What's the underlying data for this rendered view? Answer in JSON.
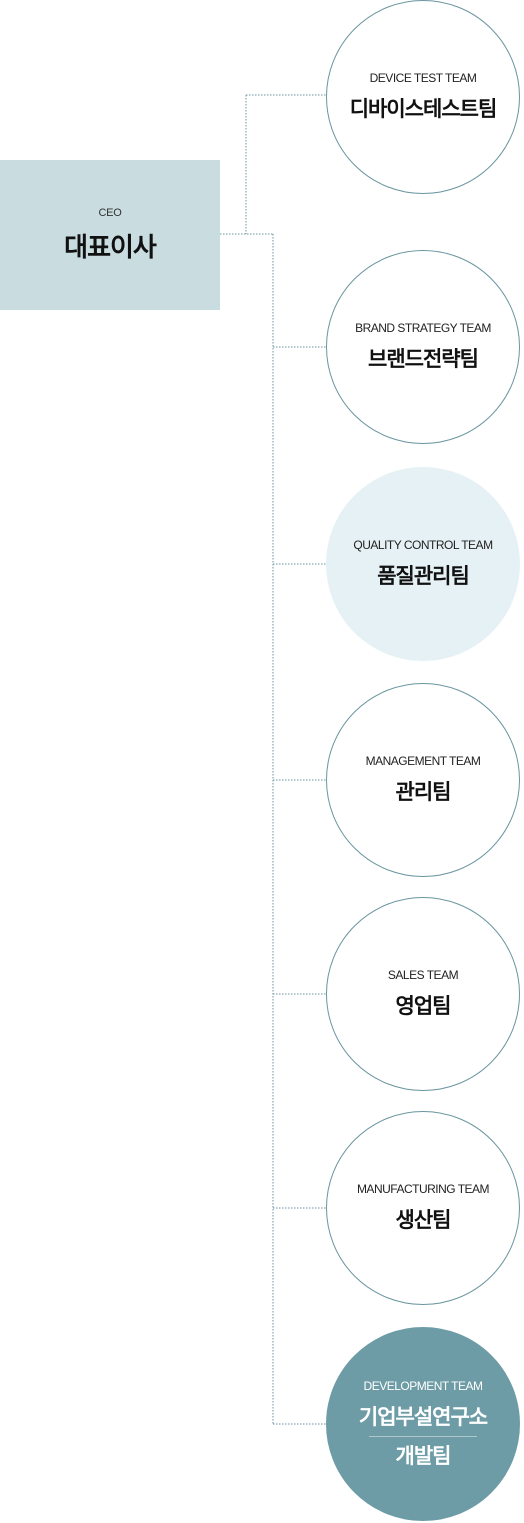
{
  "ceo": {
    "title_en": "CEO",
    "title_ko": "대표이사"
  },
  "teams": [
    {
      "name_en": "DEVICE TEST TEAM",
      "name_ko": "디바이스테스트팀"
    },
    {
      "name_en": "BRAND STRATEGY TEAM",
      "name_ko": "브랜드전략팀"
    },
    {
      "name_en": "QUALITY CONTROL TEAM",
      "name_ko": "품질관리팀"
    },
    {
      "name_en": "MANAGEMENT TEAM",
      "name_ko": "관리팀"
    },
    {
      "name_en": "SALES TEAM",
      "name_ko": "영업팀"
    },
    {
      "name_en": "MANUFACTURING TEAM",
      "name_ko": "생산팀"
    },
    {
      "name_en": "DEVELOPMENT TEAM",
      "name_ko_line1": "기업부설연구소",
      "name_ko_line2": "개발팀"
    }
  ],
  "colors": {
    "ceo_box": "#c9dde1",
    "circle_border": "#6a95a0",
    "highlight_fill": "#e6f1f5",
    "dark_fill": "#6e9ca6",
    "connector": "#6a95a0"
  }
}
